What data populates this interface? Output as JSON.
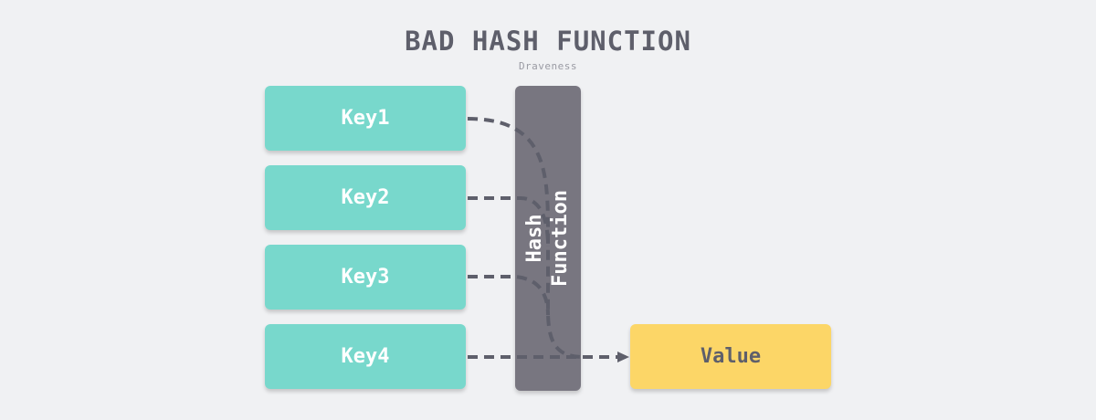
{
  "diagram": {
    "title": "BAD HASH FUNCTION",
    "subtitle": "Draveness",
    "keys": [
      "Key1",
      "Key2",
      "Key3",
      "Key4"
    ],
    "hash_function": {
      "line1": "Hash",
      "line2": "Function"
    },
    "value": "Value"
  },
  "colors": {
    "key_fill": "#78d8cc",
    "hash_fill": "#787680",
    "value_fill": "#fcd667",
    "arrow": "#5e5f6b",
    "background": "#f0f1f3"
  }
}
